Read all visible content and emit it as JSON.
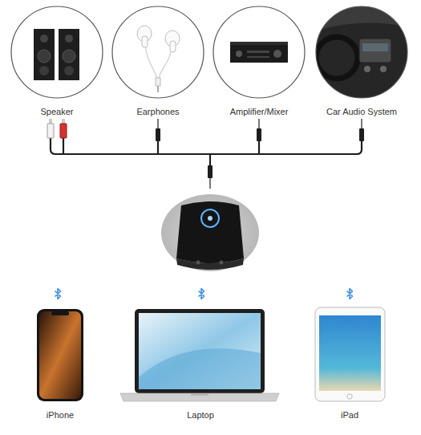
{
  "diagram": {
    "nodes": [
      {
        "text": [
          "Speaker"
        ]
      },
      {
        "text": [
          "Earphones"
        ]
      },
      {
        "text": [
          "Amplifier/Mixer"
        ]
      },
      {
        "text": [
          "Car Audio System"
        ]
      },
      {
        "text": [
          "iPhone"
        ]
      },
      {
        "text": [
          "Laptop"
        ]
      },
      {
        "text": [
          "iPad"
        ]
      }
    ]
  }
}
